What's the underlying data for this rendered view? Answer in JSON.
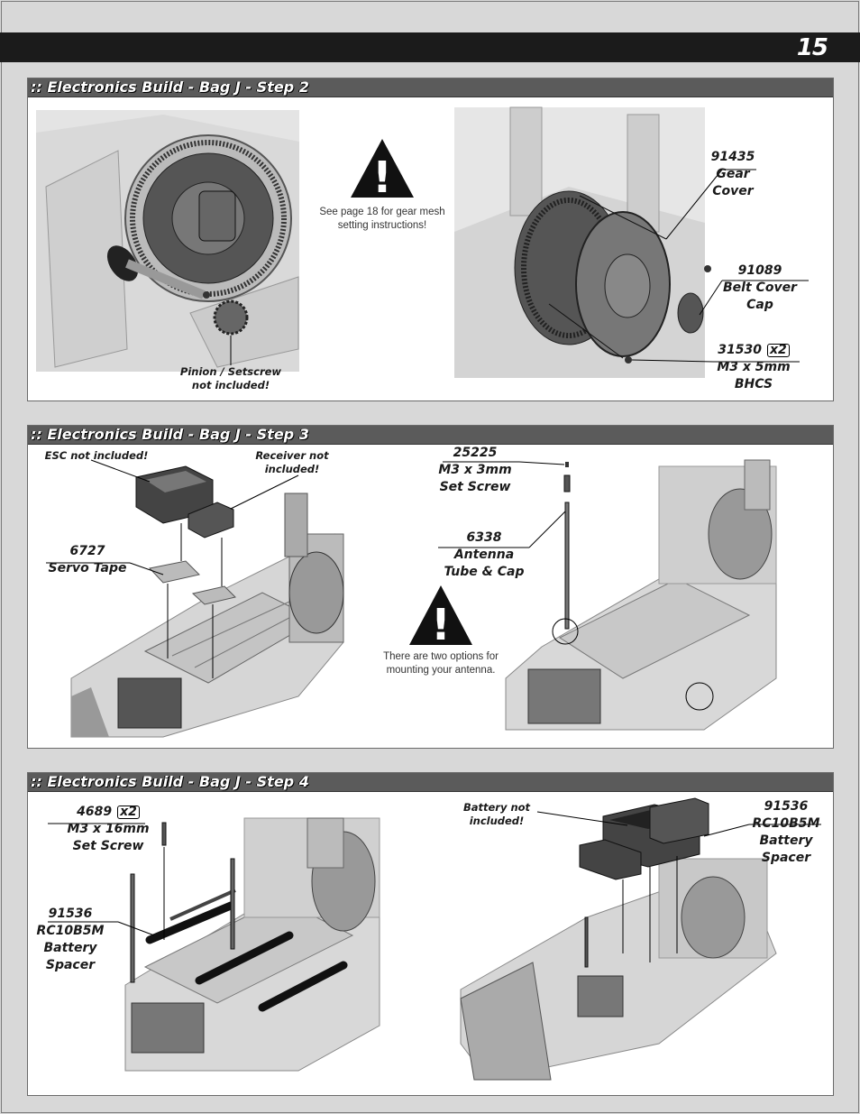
{
  "page": {
    "number": "15"
  },
  "step2": {
    "title": ":: Electronics Build - Bag J - Step 2",
    "warning": "See page 18 for gear mesh setting instructions!",
    "pinion_note": "Pinion / Setscrew not included!",
    "parts": [
      {
        "number": "91435",
        "line1": "Gear",
        "line2": "Cover"
      },
      {
        "number": "91089",
        "line1": "Belt Cover",
        "line2": "Cap"
      },
      {
        "number": "31530",
        "qty": "x2",
        "line1": "M3 x 5mm",
        "line2": "BHCS"
      }
    ]
  },
  "step3": {
    "title": ":: Electronics Build - Bag J - Step 3",
    "esc_note": "ESC not included!",
    "receiver_note": "Receiver not included!",
    "warning": "There are two options for mounting your antenna.",
    "parts": [
      {
        "number": "6727",
        "line1": "Servo Tape",
        "line2": ""
      },
      {
        "number": "25225",
        "line1": "M3 x 3mm",
        "line2": "Set Screw"
      },
      {
        "number": "6338",
        "line1": "Antenna",
        "line2": "Tube & Cap"
      }
    ]
  },
  "step4": {
    "title": ":: Electronics Build - Bag J - Step 4",
    "battery_note": "Battery not included!",
    "parts": [
      {
        "number": "4689",
        "qty": "x2",
        "line1": "M3 x 16mm",
        "line2": "Set Screw"
      },
      {
        "number": "91536",
        "line1": "RC10B5M",
        "line2": "Battery",
        "line3": "Spacer"
      },
      {
        "number": "91536",
        "line1": "RC10B5M",
        "line2": "Battery",
        "line3": "Spacer"
      }
    ]
  },
  "colors": {
    "header_bar": "#1b1b1b",
    "section_bar": "#5b5b5b",
    "page_bg": "#d8d8d8"
  }
}
